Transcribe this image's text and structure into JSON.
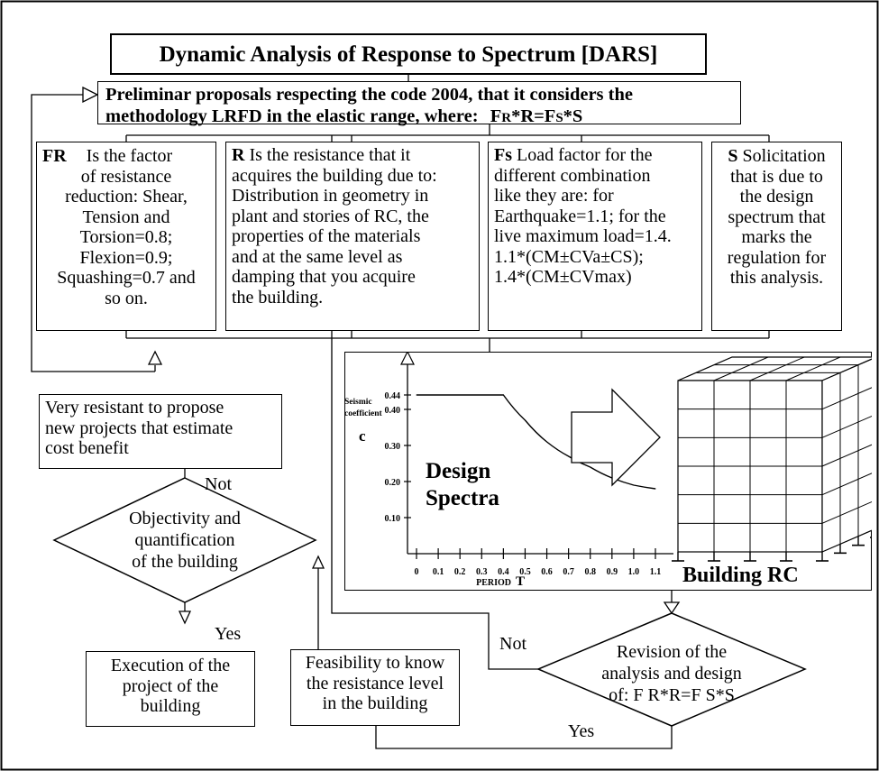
{
  "title": "Dynamic Analysis of Response to Spectrum [DARS]",
  "preliminar": {
    "line1": "Preliminar proposals respecting the code 2004, that it considers the",
    "line2_prefix": "methodology LRFD in the elastic range, where:",
    "formula": {
      "fr": "F",
      "fr_sub": "R",
      "mid": "*R=F",
      "fs_sub": "S",
      "end": "*S"
    }
  },
  "columns": {
    "fr": {
      "lead": "FR",
      "lines": [
        "Is the factor",
        "of resistance",
        "reduction: Shear,",
        "Tension and",
        "Torsion=0.8;",
        "Flexion=0.9;",
        "Squashing=0.7 and",
        "so on."
      ]
    },
    "r": {
      "lead": "R",
      "lines": [
        "Is the resistance that it",
        "acquires the building due to:",
        "Distribution in geometry in",
        "plant and stories of RC, the",
        "properties of the materials",
        "and at the same level as",
        "damping that you acquire",
        "the building."
      ]
    },
    "fs": {
      "lead": "Fs",
      "lines": [
        "Load factor for the",
        "different combination",
        "like they are: for",
        "Earthquake=1.1; for the",
        "live maximum load=1.4.",
        "1.1*(CM±CVa±CS);",
        "1.4*(CM±CVmax)"
      ]
    },
    "s": {
      "lead": "S",
      "lines": [
        "Solicitation",
        "that is due to",
        "the design",
        "spectrum that",
        "marks the",
        "regulation for",
        "this analysis."
      ]
    }
  },
  "very_resistant": {
    "lines": [
      "Very resistant to propose",
      "new projects that estimate",
      "cost benefit"
    ]
  },
  "objectivity": {
    "lines": [
      "Objectivity and",
      "quantification",
      "of the building"
    ]
  },
  "execution": {
    "lines": [
      "Execution of the",
      "project of the",
      "building"
    ]
  },
  "feasibility": {
    "lines": [
      "Feasibility to know",
      "the resistance level",
      "in the building"
    ]
  },
  "revision": {
    "lines": [
      "Revision of the",
      "analysis and design"
    ],
    "formula_prefix": "of:",
    "formula": "F R*R=F S*S"
  },
  "labels": {
    "not_left": "Not",
    "yes_left": "Yes",
    "not_right": "Not",
    "yes_right": "Yes"
  },
  "chart_data": {
    "type": "line",
    "title": "Design Spectra",
    "ylabel_line1": "Seismic",
    "ylabel_line2": "coefficient",
    "ylabel_symbol": "c",
    "xlabel": "PERIOD",
    "xlabel_symbol": "T",
    "x_ticks": [
      "0",
      "0.1",
      "0.2",
      "0.3",
      "0.4",
      "0.5",
      "0.6",
      "0.7",
      "0.8",
      "0.9",
      "1.0",
      "1.1"
    ],
    "y_ticks": [
      "0.10",
      "0.20",
      "0.30",
      "0.40",
      "0.44"
    ],
    "ylim": [
      0,
      0.5
    ],
    "xlim": [
      0,
      1.1
    ],
    "series": [
      {
        "x": [
          0,
          0.4,
          0.5,
          0.6,
          0.7,
          0.8,
          0.9,
          1.0,
          1.1
        ],
        "y": [
          0.44,
          0.44,
          0.37,
          0.31,
          0.27,
          0.24,
          0.21,
          0.19,
          0.18
        ]
      }
    ]
  },
  "building_label": "Building RC"
}
